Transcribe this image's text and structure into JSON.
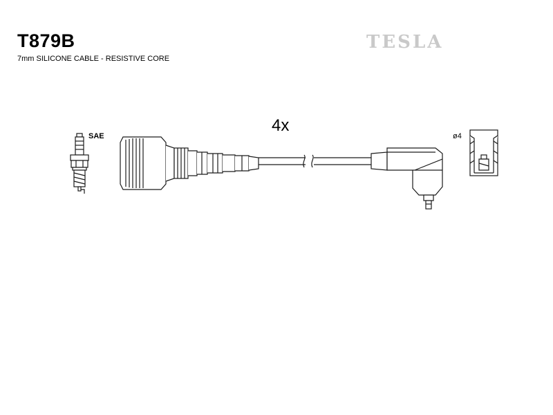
{
  "header": {
    "part_code": "T879B",
    "description": "7mm SILICONE CABLE - RESISTIVE CORE",
    "brand": "TESLA"
  },
  "diagram": {
    "quantity": "4x",
    "spark_plug_label": "SAE",
    "terminal_label": "ø4",
    "stroke_color": "#1a1a1a",
    "fill_color": "#ffffff"
  }
}
